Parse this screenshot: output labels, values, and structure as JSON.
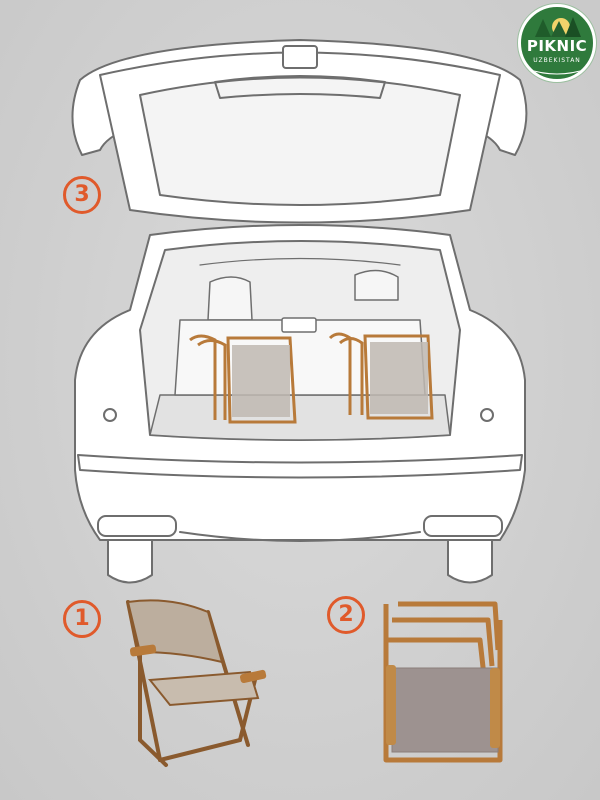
{
  "logo": {
    "title": "PIKNIC",
    "subtitle": "UZBEKISTAN",
    "icon": "pine-trees-sun-icon"
  },
  "steps": [
    {
      "number": "1",
      "subject": "unfolded camping chair"
    },
    {
      "number": "2",
      "subject": "folded camping chair"
    },
    {
      "number": "3",
      "subject": "folded chairs stored in car trunk"
    }
  ],
  "colors": {
    "accent": "#e05a2b",
    "background": "#d2d2d2",
    "brand_green": "#2f7a3c",
    "frame": "#b87a3a",
    "fabric": "#b8aca0",
    "car_outline": "#6e6e6e"
  }
}
